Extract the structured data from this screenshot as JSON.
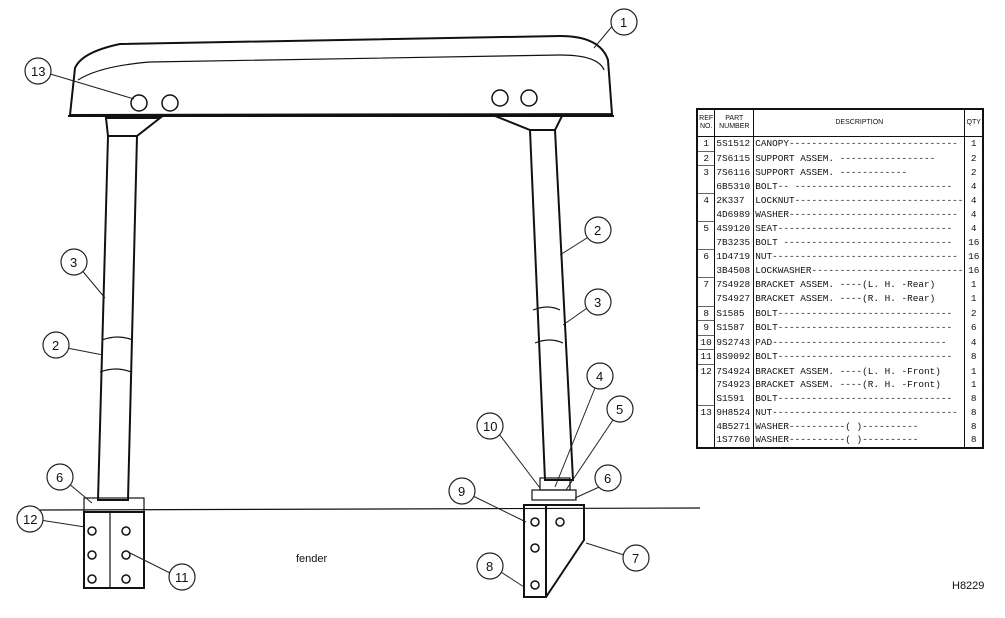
{
  "diagram": {
    "label_fender": "fender",
    "callouts": [
      "1",
      "2",
      "2",
      "3",
      "3",
      "4",
      "5",
      "6",
      "6",
      "7",
      "8",
      "9",
      "10",
      "11",
      "12",
      "13"
    ]
  },
  "parts_table": {
    "headers": {
      "ref": "REF NO.",
      "part": "PART NUMBER",
      "desc": "DESCRIPTION",
      "qty": "QTY"
    },
    "rows": [
      {
        "ref": "1",
        "part": "5S1512",
        "desc": "CANOPY------------------------------",
        "qty": "1"
      },
      {
        "ref": "2",
        "part": "7S6115",
        "desc": "SUPPORT ASSEM. -----------------",
        "qty": "2"
      },
      {
        "ref": "3",
        "part": "7S6116",
        "desc": "SUPPORT ASSEM. ------------",
        "qty": "2"
      },
      {
        "ref": "",
        "part": "6B5310",
        "desc": "BOLT-- ----------------------------",
        "qty": "4"
      },
      {
        "ref": "4",
        "part": "2K337",
        "desc": "LOCKNUT------------------------------",
        "qty": "4"
      },
      {
        "ref": "",
        "part": "4D6989",
        "desc": "WASHER------------------------------",
        "qty": "4"
      },
      {
        "ref": "5",
        "part": "4S9120",
        "desc": "SEAT-------------------------------",
        "qty": "4"
      },
      {
        "ref": "",
        "part": "7B3235",
        "desc": "BOLT ------------------------------",
        "qty": "16"
      },
      {
        "ref": "6",
        "part": "1D4719",
        "desc": "NUT---------------------------------",
        "qty": "16"
      },
      {
        "ref": "",
        "part": "3B4508",
        "desc": "LOCKWASHER---------------------------",
        "qty": "16"
      },
      {
        "ref": "7",
        "part": "7S4928",
        "desc": "BRACKET ASSEM. ----(L. H. -Rear)",
        "qty": "1"
      },
      {
        "ref": "",
        "part": "7S4927",
        "desc": "BRACKET ASSEM. ----(R. H. -Rear)",
        "qty": "1"
      },
      {
        "ref": "8",
        "part": "S1585",
        "desc": "BOLT-------------------------------",
        "qty": "2"
      },
      {
        "ref": "9",
        "part": "S1587",
        "desc": "BOLT-------------------------------",
        "qty": "6"
      },
      {
        "ref": "10",
        "part": "9S2743",
        "desc": "PAD-------------------------------",
        "qty": "4"
      },
      {
        "ref": "11",
        "part": "8S9092",
        "desc": "BOLT-------------------------------",
        "qty": "8"
      },
      {
        "ref": "12",
        "part": "7S4924",
        "desc": "BRACKET ASSEM. ----(L. H. -Front)",
        "qty": "1"
      },
      {
        "ref": "",
        "part": "7S4923",
        "desc": "BRACKET ASSEM. ----(R. H. -Front)",
        "qty": "1"
      },
      {
        "ref": "",
        "part": "S1591",
        "desc": "BOLT-------------------------------",
        "qty": "8"
      },
      {
        "ref": "13",
        "part": "9H8524",
        "desc": "NUT---------------------------------",
        "qty": "8"
      },
      {
        "ref": "",
        "part": "4B5271",
        "desc": "WASHER----------(          )----------",
        "qty": "8"
      },
      {
        "ref": "",
        "part": "1S7760",
        "desc": "WASHER----------(          )----------",
        "qty": "8"
      }
    ]
  },
  "figure_id": "H8229"
}
